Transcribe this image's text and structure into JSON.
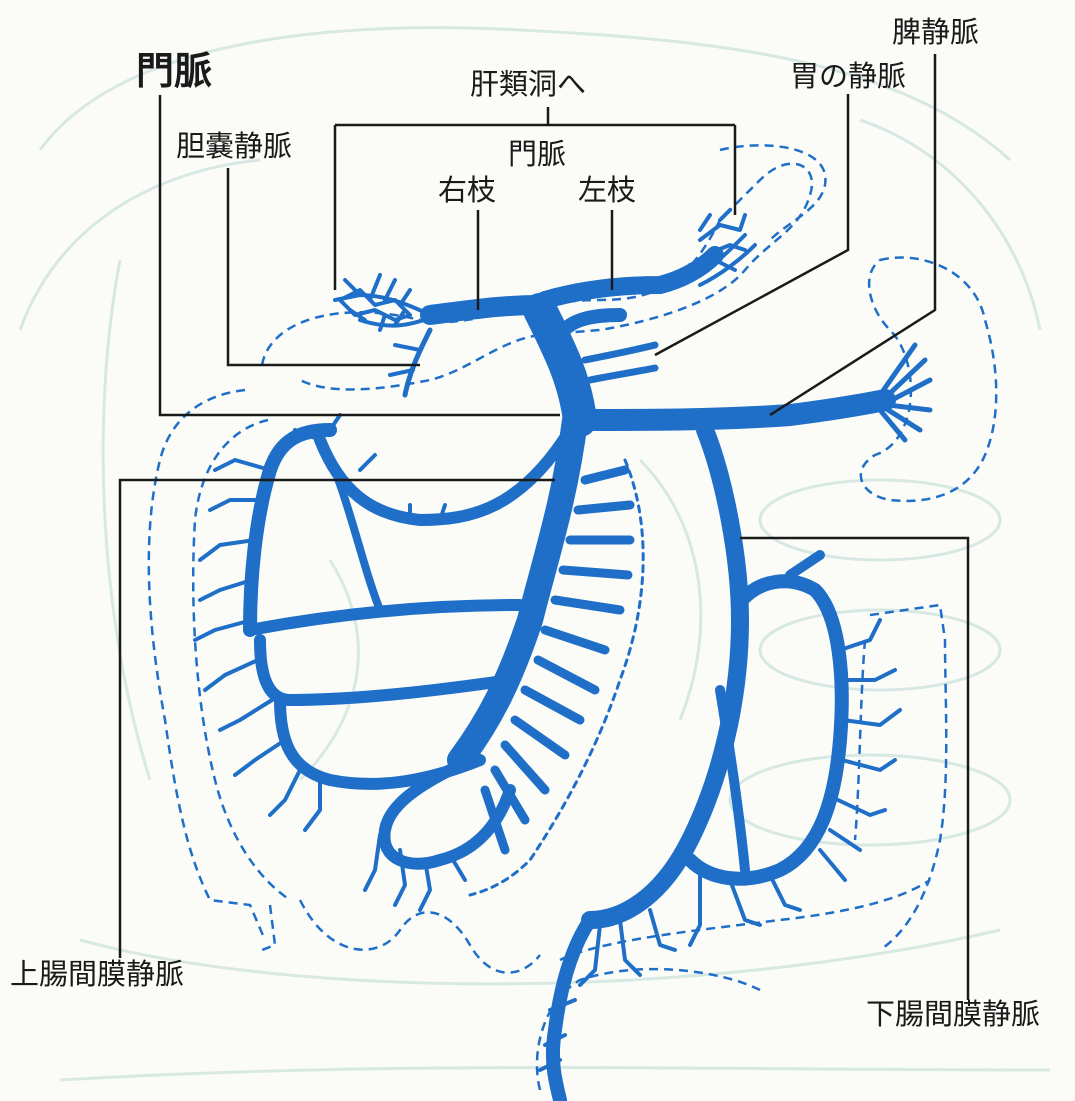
{
  "labels": {
    "portal_vein": "門脈",
    "to_sinusoids": "肝類洞へ",
    "portal_vein_inner": "門脈",
    "right_branch": "右枝",
    "left_branch": "左枝",
    "gallbladder_vein": "胆嚢静脈",
    "gastric_vein": "胃の静脈",
    "splenic_vein": "脾静脈",
    "superior_mesenteric_vein": "上腸間膜静脈",
    "inferior_mesenteric_vein": "下腸間膜静脈"
  },
  "colors": {
    "vein": "#1f6fc8",
    "leader": "#1a1a1a",
    "outline": "#1f6fc8",
    "background_art": "#cfe3df"
  }
}
